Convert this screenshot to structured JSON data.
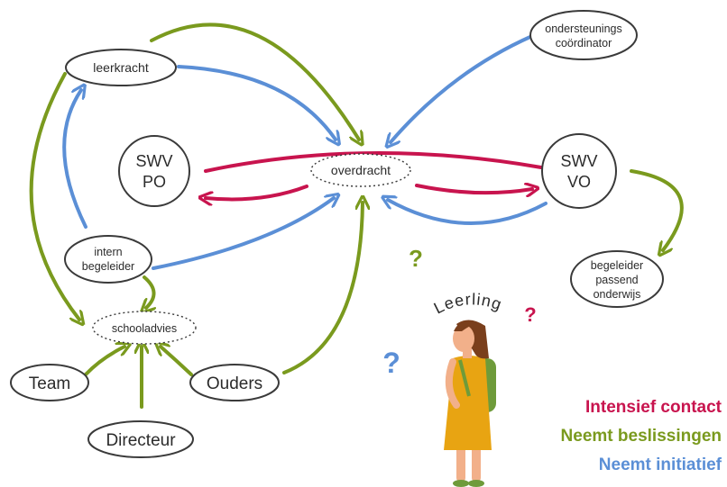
{
  "nodes": {
    "leerkracht": "leerkracht",
    "ondersteunings_line1": "ondersteunings",
    "ondersteunings_line2": "coördinator",
    "swv_po_line1": "SWV",
    "swv_po_line2": "PO",
    "swv_vo_line1": "SWV",
    "swv_vo_line2": "VO",
    "overdracht": "overdracht",
    "intern_line1": "intern",
    "intern_line2": "begeleider",
    "schooladvies": "schooladvies",
    "team": "Team",
    "ouders": "Ouders",
    "directeur": "Directeur",
    "begeleider_line1": "begeleider",
    "begeleider_line2": "passend",
    "begeleider_line3": "onderwijs"
  },
  "student": {
    "label": "Leerling",
    "question_marks": [
      "?",
      "?",
      "?"
    ]
  },
  "legend": {
    "intensief": "Intensief contact",
    "beslissingen": "Neemt beslissingen",
    "initiatief": "Neemt initiatief"
  },
  "colors": {
    "intensief": "#c8144e",
    "beslissingen": "#7a9a1e",
    "initiatief": "#5b8fd6",
    "figure_dress": "#e8a412",
    "figure_backpack": "#6e9b3a",
    "figure_skin": "#f2b08a",
    "figure_hair": "#7a3f1c"
  }
}
